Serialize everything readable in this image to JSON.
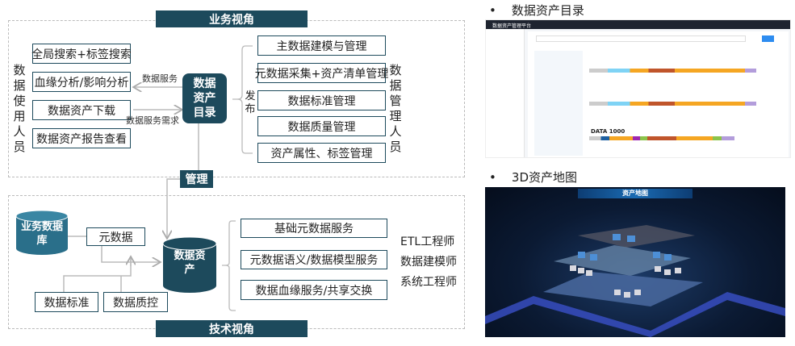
{
  "business_view": {
    "title": "业务视角",
    "users_label": "数据使用人员",
    "managers_label": "数据管理人员",
    "user_functions": [
      "全局搜索+标签搜索",
      "血缘分析/影响分析",
      "数据资产下载",
      "数据资产报告查看"
    ],
    "center": "数据资产目录",
    "service_label": "数据服务",
    "demand_label": "数据服务需求",
    "publish_label": "发布",
    "manage_functions": [
      "主数据建模与管理",
      "元数据采集+资产清单管理",
      "数据标准管理",
      "数据质量管理",
      "资产属性、标签管理"
    ]
  },
  "manage_label": "管理",
  "tech_view": {
    "title": "技术视角",
    "business_db": "业务数据库",
    "metadata": "元数据",
    "data_asset": "数据资产",
    "inputs": [
      "数据标准",
      "数据质控"
    ],
    "services": [
      "基础元数据服务",
      "元数据语义/数据模型服务",
      "数据血缘服务/共享交换"
    ],
    "roles": [
      "ETL工程师",
      "数据建模师",
      "系统工程师"
    ]
  },
  "right_panel": {
    "catalog_title": "数据资产目录",
    "catalog_app_title": "数据资产管理平台",
    "catalog_item": "DATA 1000",
    "map_title": "3D资产地图",
    "map_header": "资产地图"
  },
  "colors": {
    "primary": "#1d4a5c",
    "db": "#2a6f8a",
    "line": "#bbbbbb"
  }
}
